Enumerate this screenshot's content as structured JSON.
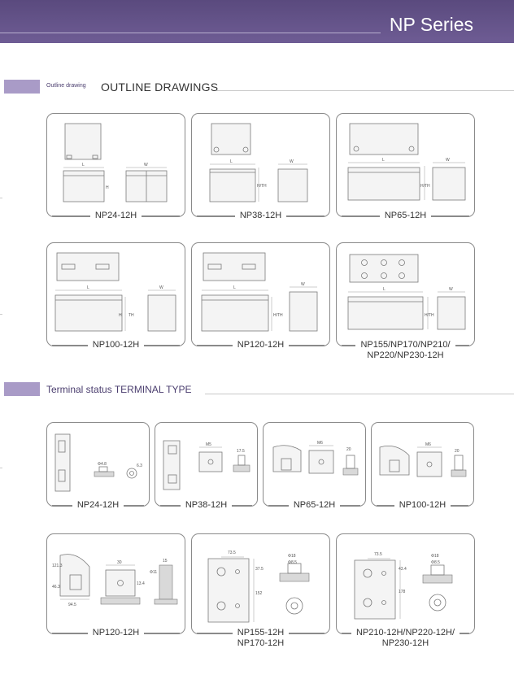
{
  "header": {
    "title": "NP Series"
  },
  "outline_section": {
    "small_label": "Outline drawing",
    "title": "OUTLINE DRAWINGS"
  },
  "terminal_section": {
    "title": "Terminal status TERMINAL TYPE"
  },
  "outline_cards": [
    {
      "caption": "NP24-12H",
      "dims": [
        "L",
        "W",
        "H"
      ]
    },
    {
      "caption": "NP38-12H",
      "dims": [
        "L",
        "W",
        "H/TH"
      ]
    },
    {
      "caption": "NP65-12H",
      "dims": [
        "L",
        "W",
        "H/TH"
      ]
    },
    {
      "caption": "NP100-12H",
      "dims": [
        "L",
        "W",
        "H",
        "TH"
      ]
    },
    {
      "caption": "NP120-12H",
      "dims": [
        "L",
        "W",
        "H/TH"
      ]
    },
    {
      "caption_line1": "NP155/NP170/NP210/",
      "caption_line2": "NP220/NP230-12H",
      "dims": [
        "L",
        "W",
        "H/TH"
      ]
    }
  ],
  "terminal_cards": [
    {
      "caption": "NP24-12H",
      "labels": [
        "Φ4.8",
        "6.3"
      ]
    },
    {
      "caption": "NP38-12H",
      "labels": [
        "M5",
        "17.5"
      ]
    },
    {
      "caption": "NP65-12H",
      "labels": [
        "M6",
        "20"
      ]
    },
    {
      "caption": "NP100-12H",
      "labels": [
        "M6",
        "20"
      ]
    },
    {
      "caption": "NP120-12H",
      "labels": [
        "121.3",
        "46.3",
        "94.5",
        "30",
        "13.4",
        "Φ11",
        "15"
      ]
    },
    {
      "caption_line1": "NP155-12H",
      "caption_line2": "NP170-12H",
      "labels": [
        "73.5",
        "37.5",
        "152",
        "Φ18",
        "Φ8.5"
      ]
    },
    {
      "caption_line1": "NP210-12H/NP220-12H/",
      "caption_line2": "NP230-12H",
      "labels": [
        "73.5",
        "43.4",
        "178",
        "Φ18",
        "Φ8.5"
      ]
    }
  ]
}
